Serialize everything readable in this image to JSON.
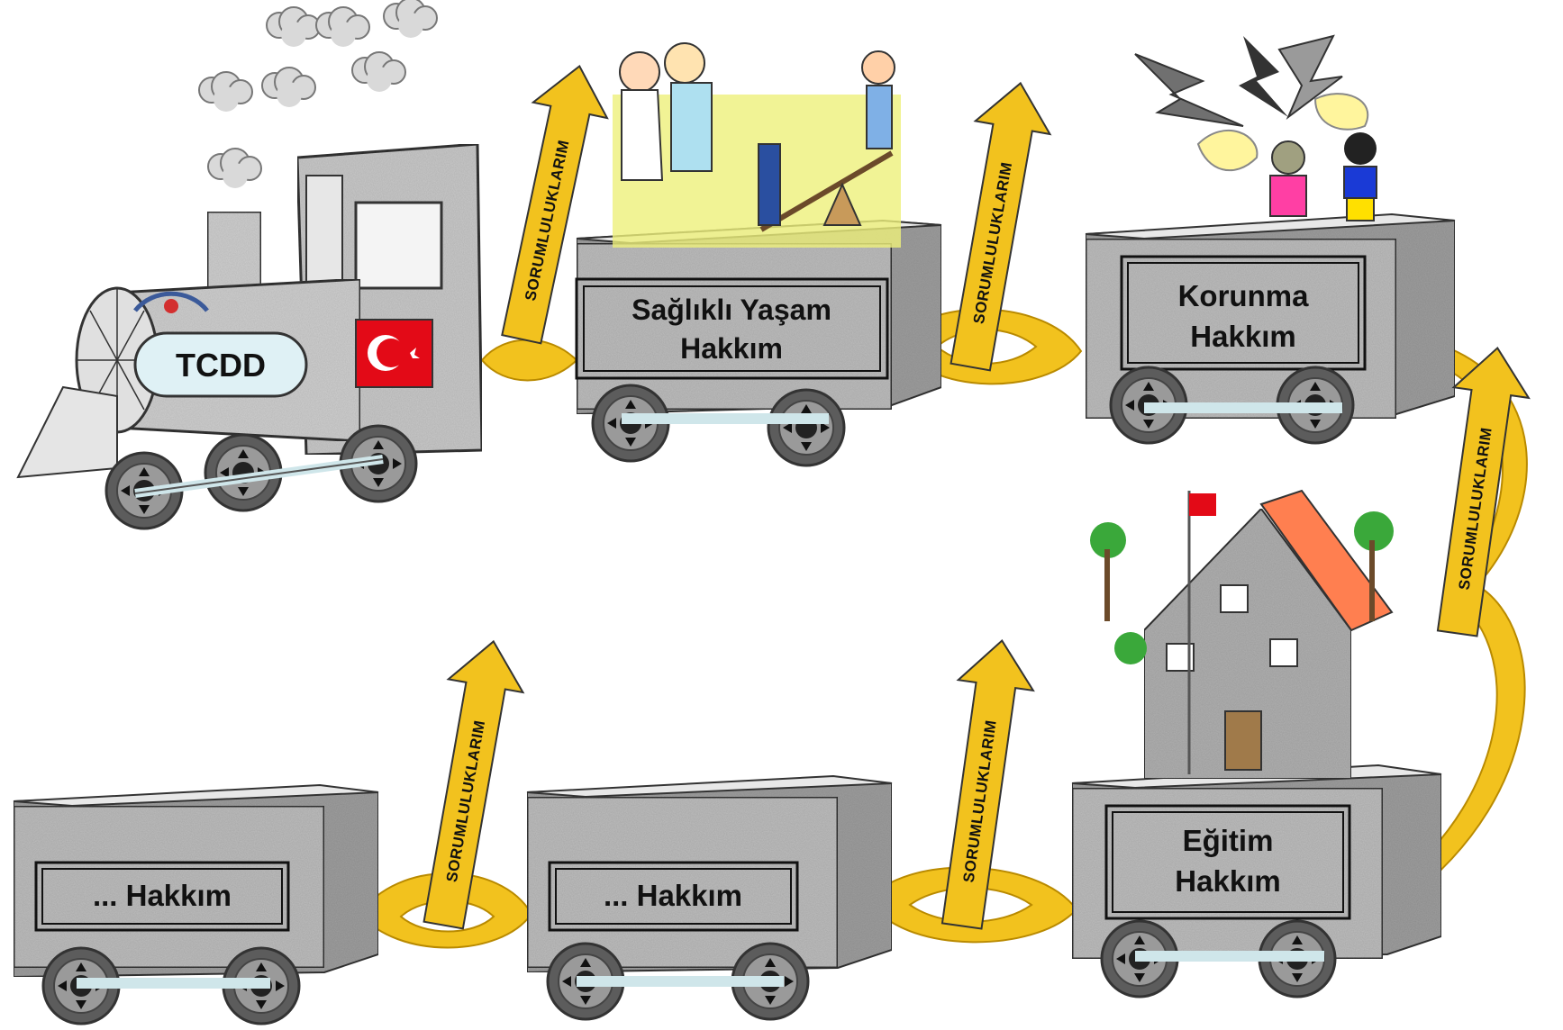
{
  "locomotive": {
    "label": "TCDD"
  },
  "wagons": [
    {
      "id": "saglikli",
      "line1": "Sağlıklı Yaşam",
      "line2": "Hakkım"
    },
    {
      "id": "korunma",
      "line1": "Korunma",
      "line2": "Hakkım"
    },
    {
      "id": "egitim",
      "line1": "Eğitim",
      "line2": "Hakkım"
    },
    {
      "id": "blank1",
      "line1": "... Hakkım",
      "line2": ""
    },
    {
      "id": "blank2",
      "line1": "... Hakkım",
      "line2": ""
    }
  ],
  "arrows": [
    {
      "label": "SORUMLULUKLARIM"
    },
    {
      "label": "SORUMLULUKLARIM"
    },
    {
      "label": "SORUMLULUKLARIM"
    },
    {
      "label": "SORUMLULUKLARIM"
    },
    {
      "label": "SORUMLULUKLARIM"
    }
  ],
  "colors": {
    "ribbon": "#f2c21e",
    "ribbon_edge": "#b98a00",
    "wagon_front": "#bdbdbd",
    "wagon_top": "#e8e8e8",
    "wagon_side": "#9e9e9e",
    "wheel": "#6b6b6b",
    "axle": "#cfe6ea",
    "flag_red": "#e30a17",
    "roof": "#ff7f50"
  }
}
